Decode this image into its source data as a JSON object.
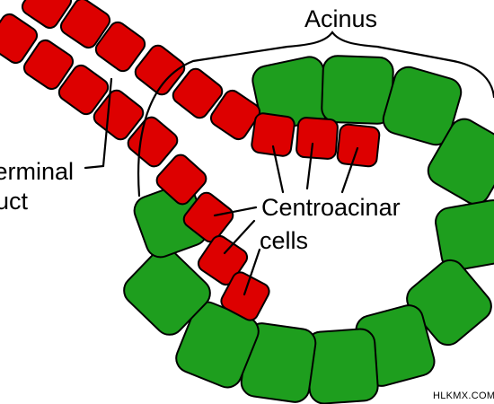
{
  "labels": {
    "acinus": "Acinus",
    "terminal_line1": "Terminal",
    "terminal_line2": "duct",
    "centroacinar_line1": "Centroacinar",
    "centroacinar_line2": "cells"
  },
  "watermark": "HLKMX.COM",
  "colors": {
    "acinar_cell": "#1e9e1e",
    "duct_cell": "#dd0000",
    "outline": "#000000",
    "background": "#ffffff"
  }
}
